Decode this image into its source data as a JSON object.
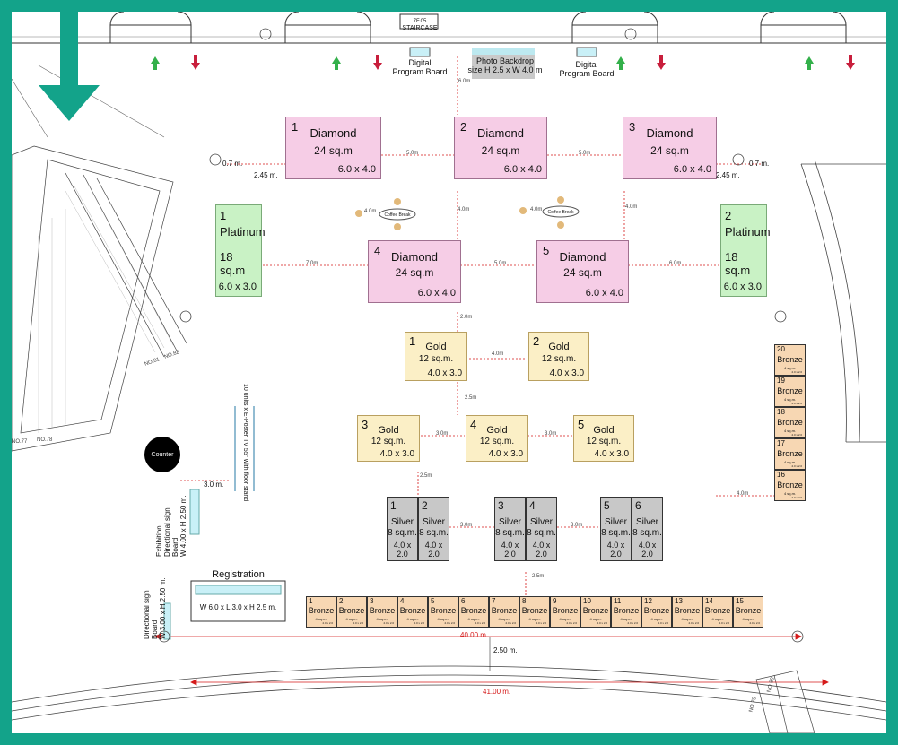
{
  "top": {
    "staircase_code": "7F.05",
    "staircase": "STAIRCASE",
    "digital_board": "Digital\nProgram Board",
    "photo_backdrop": "Photo Backdrop\nsize H 2.5 x W 4.0 m"
  },
  "diamond": [
    {
      "number": "1",
      "name": "Diamond",
      "size": "24 sq.m",
      "dims": "6.0 x 4.0"
    },
    {
      "number": "2",
      "name": "Diamond",
      "size": "24 sq.m",
      "dims": "6.0 x 4.0"
    },
    {
      "number": "3",
      "name": "Diamond",
      "size": "24 sq.m",
      "dims": "6.0 x 4.0"
    },
    {
      "number": "4",
      "name": "Diamond",
      "size": "24 sq.m",
      "dims": "6.0 x 4.0"
    },
    {
      "number": "5",
      "name": "Diamond",
      "size": "24 sq.m",
      "dims": "6.0 x 4.0"
    }
  ],
  "platinum": [
    {
      "number": "1",
      "name": "Platinum",
      "size": "18 sq.m",
      "dims": "6.0 x 3.0"
    },
    {
      "number": "2",
      "name": "Platinum",
      "size": "18 sq.m",
      "dims": "6.0 x 3.0"
    }
  ],
  "gold": [
    {
      "number": "1",
      "name": "Gold",
      "size": "12 sq.m.",
      "dims": "4.0 x 3.0"
    },
    {
      "number": "2",
      "name": "Gold",
      "size": "12 sq.m.",
      "dims": "4.0 x 3.0"
    },
    {
      "number": "3",
      "name": "Gold",
      "size": "12 sq.m.",
      "dims": "4.0 x 3.0"
    },
    {
      "number": "4",
      "name": "Gold",
      "size": "12 sq.m.",
      "dims": "4.0 x 3.0"
    },
    {
      "number": "5",
      "name": "Gold",
      "size": "12 sq.m.",
      "dims": "4.0 x 3.0"
    }
  ],
  "silver": [
    {
      "number": "1",
      "name": "Silver",
      "size": "8 sq.m.",
      "dims": "4.0 x 2.0"
    },
    {
      "number": "2",
      "name": "Silver",
      "size": "8 sq.m.",
      "dims": "4.0 x 2.0"
    },
    {
      "number": "3",
      "name": "Silver",
      "size": "8 sq.m.",
      "dims": "4.0 x 2.0"
    },
    {
      "number": "4",
      "name": "Silver",
      "size": "8 sq.m.",
      "dims": "4.0 x 2.0"
    },
    {
      "number": "5",
      "name": "Silver",
      "size": "8 sq.m.",
      "dims": "4.0 x 2.0"
    },
    {
      "number": "6",
      "name": "Silver",
      "size": "8 sq.m.",
      "dims": "4.0 x 2.0"
    }
  ],
  "bronze_label": "Bronze",
  "bronze_small_size": "4 sq.m.",
  "bronze_small_dims": "2.0 x 2.0",
  "bronze_bottom_numbers": [
    "1",
    "2",
    "3",
    "4",
    "5",
    "6",
    "7",
    "8",
    "9",
    "10",
    "11",
    "12",
    "13",
    "14",
    "15"
  ],
  "bronze_right_numbers": [
    "20",
    "19",
    "18",
    "17",
    "16"
  ],
  "coffee_break": "Coffee Break",
  "counter": "Counter",
  "registration": {
    "title": "Registration",
    "dims": "W 6.0 x L 3.0 x H 2.5 m."
  },
  "signs": {
    "exhibition": "Exhibition\nDirectional sign\nBoard\nW 4.00 x H 2.50 m.",
    "registration": "Directional sign\nBoard\nW 3.00 x H 2.50 m.",
    "eposter": "10 units x E-Poster TV 55\" with floor stand"
  },
  "distances": {
    "d_6m_top": "6.0m",
    "d_5m_a": "5.0m",
    "d_5m_b": "5.0m",
    "d_4m_a": "4.0m",
    "d_4m_b": "4.0m",
    "d_4m_coffee_a": "4.0m",
    "d_4m_coffee_b": "4.0m",
    "d_07_left": "0.7 m.",
    "d_245_left": "2.45 m.",
    "d_07_right": "0.7 m.",
    "d_245_right": "2.45 m.",
    "d_7m": "7.0m",
    "d_5m_mid": "5.0m",
    "d_6m_right": "6.0m",
    "d_2m": "2.0m",
    "d_4m_gold": "4.0m",
    "d_25_a": "2.5m",
    "d_3m_a": "3.0m",
    "d_3m_b": "3.0m",
    "d_25_b": "2.5m",
    "d_3m_silver_a": "3.0m",
    "d_3m_silver_b": "3.0m",
    "d_25_c": "2.5m",
    "d_3m_counter": "3.0 m.",
    "d_4m_right": "4.0m",
    "d_40": "40.00 m.",
    "d_250": "2.50 m.",
    "d_41": "41.00 m."
  },
  "escalator_labels": [
    "NO.77",
    "NO.78",
    "NO.81",
    "NO.82",
    "NO.79",
    "NO.80"
  ],
  "colors": {
    "frame": "#13a38a",
    "diamond": "#f6cde6",
    "platinum": "#c9f2c5",
    "gold": "#fbefc6",
    "silver": "#c8c8c8",
    "bronze": "#f7d7b3",
    "measure": "#d51a1a"
  }
}
